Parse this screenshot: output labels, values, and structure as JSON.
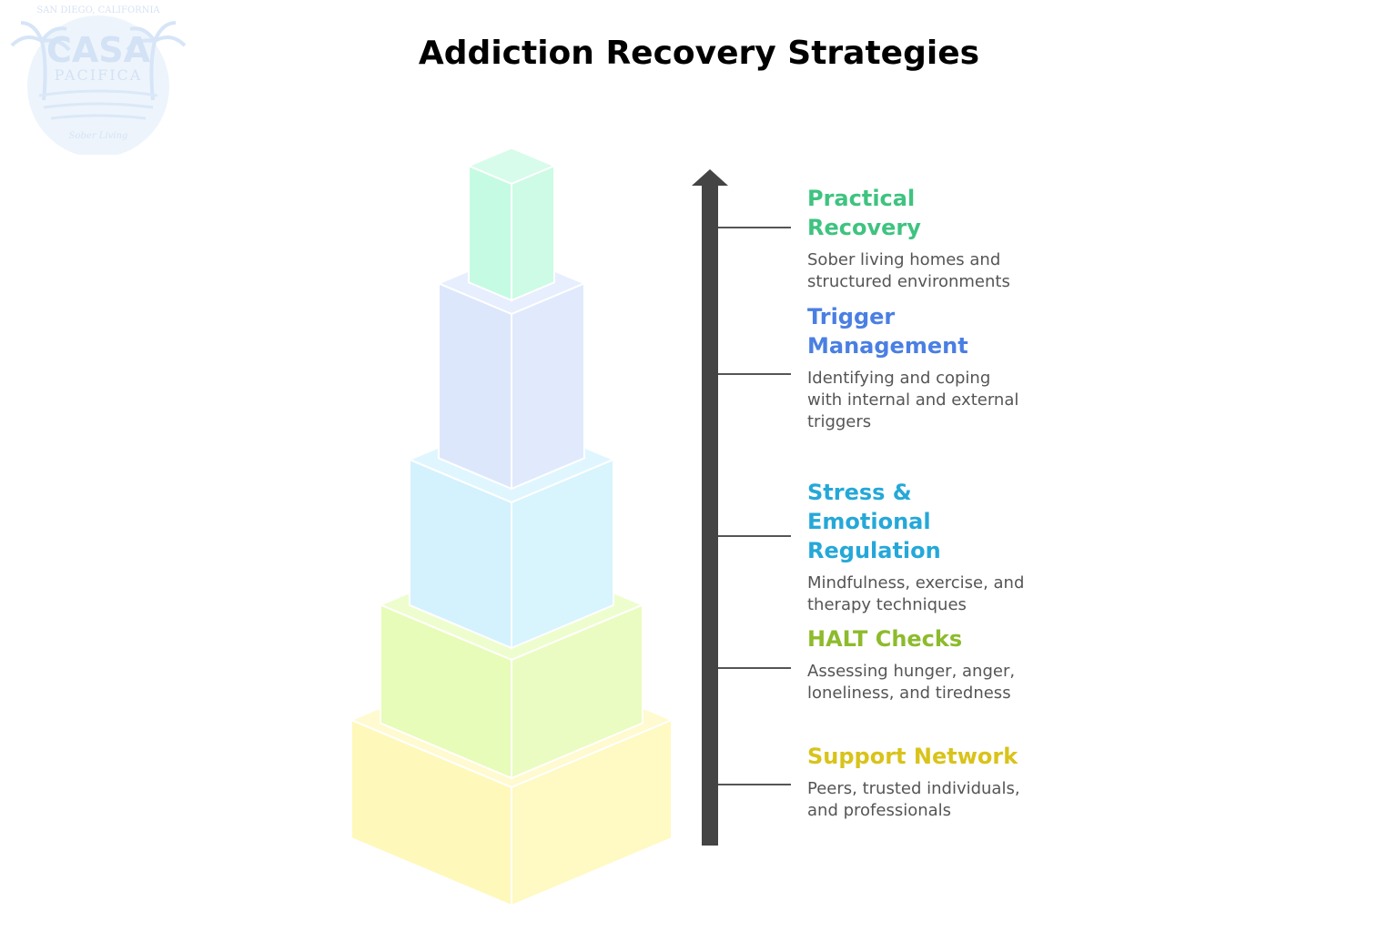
{
  "title": "Addiction Recovery Strategies",
  "logo": {
    "top_text": "SAN DIEGO, CALIFORNIA",
    "line1": "CASA",
    "line2": "PACIFICA",
    "tagline": "Sober Living",
    "color": "#cfe0f5"
  },
  "levels": [
    {
      "title": "Practical Recovery",
      "description": [
        "Sober living homes and",
        "structured environments"
      ],
      "color": "#3fc380",
      "block_color": "#c6fbe3"
    },
    {
      "title": [
        "Trigger",
        "Management"
      ],
      "description": [
        "Identifying and coping",
        "with internal and external",
        "triggers"
      ],
      "color": "#4a7fe3",
      "block_color": "#dde7fc"
    },
    {
      "title": [
        "Stress & Emotional",
        "Regulation"
      ],
      "description": [
        "Mindfulness, exercise, and",
        "therapy techniques"
      ],
      "color": "#25a8d8",
      "block_color": "#d3f2fd"
    },
    {
      "title": "HALT Checks",
      "description": [
        "Assessing hunger, anger,",
        "loneliness, and tiredness"
      ],
      "color": "#8dbb2c",
      "block_color": "#e7fcb8"
    },
    {
      "title": "Support Network",
      "description": [
        "Peers, trusted individuals,",
        "and professionals"
      ],
      "color": "#d9c31a",
      "block_color": "#fff8bb"
    }
  ],
  "axis_color": "#444444"
}
